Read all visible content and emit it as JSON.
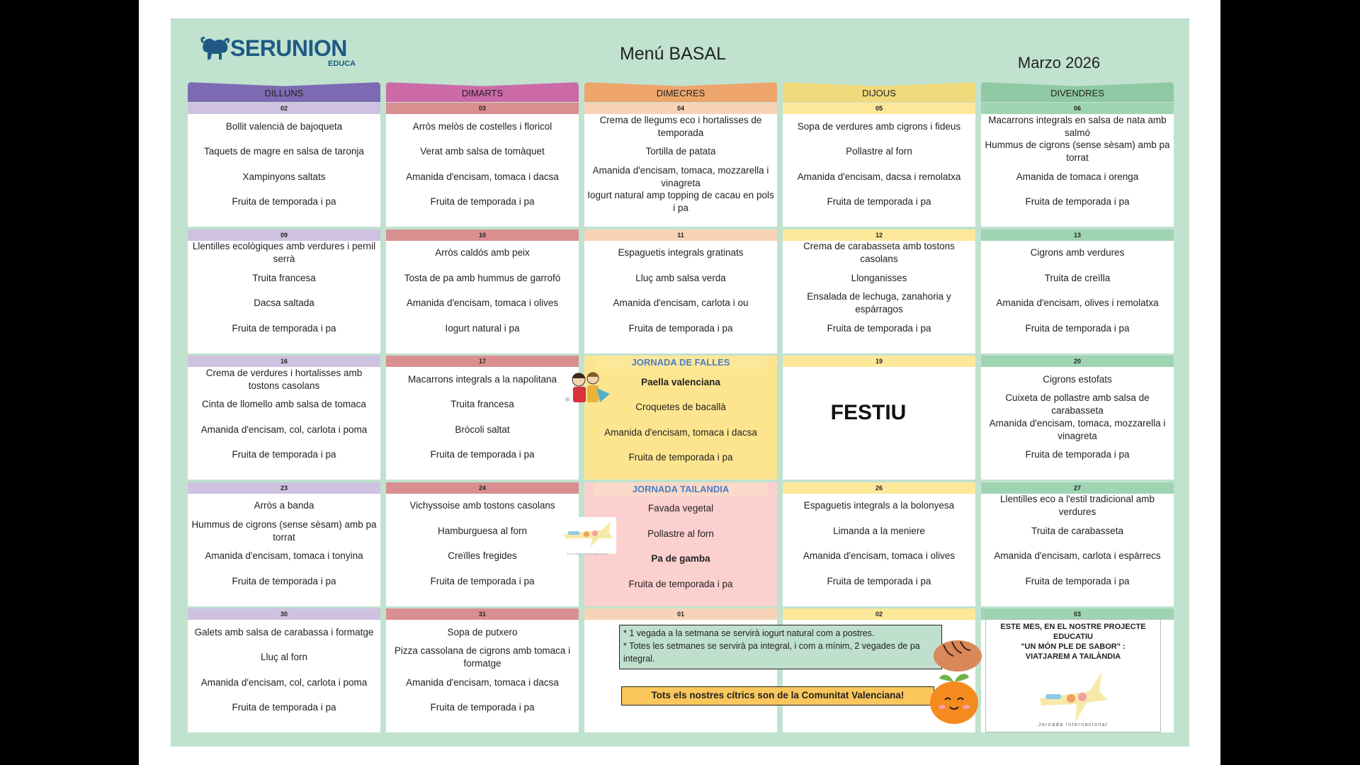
{
  "header": {
    "logo": "SERUNION",
    "logo_sub": "EDUCA",
    "title": "Menú BASAL",
    "month": "Marzo 2026"
  },
  "days": [
    "DILLUNS",
    "DIMARTS",
    "DIMECRES",
    "DIJOUS",
    "DIVENDRES"
  ],
  "colors": {
    "panel": "#c0e2cf",
    "tabs": [
      "#7c6ab2",
      "#cc6aa8",
      "#eea56c",
      "#efd97a",
      "#8fc9a3"
    ],
    "daybars": [
      "#cfc2e0",
      "#d98f90",
      "#f9d3b8",
      "#fde89a",
      "#9fd4b2"
    ],
    "falles": "#fde58f",
    "tailandia": "#fdd0d0",
    "brand": "#1f5a85"
  },
  "weeks": [
    [
      {
        "date": "02",
        "items": [
          "Bollit valencià de bajoqueta",
          "Taquets de magre en salsa de taronja",
          "Xampinyons saltats",
          "Fruita de temporada i pa"
        ]
      },
      {
        "date": "03",
        "items": [
          "Arròs melòs de costelles i floricol",
          "Verat amb salsa de tomàquet",
          "Amanida d'encisam, tomaca i dacsa",
          "Fruita de temporada i pa"
        ]
      },
      {
        "date": "04",
        "items": [
          "Crema de llegums eco i hortalisses de temporada",
          "Tortilla de patata",
          "Amanida d'encisam, tomaca, mozzarella i vinagreta",
          "Iogurt natural amp topping de cacau en pols i pa"
        ]
      },
      {
        "date": "05",
        "items": [
          "Sopa de verdures amb cigrons i fideus",
          "Pollastre al forn",
          "Amanida d'encisam, dacsa i remolatxa",
          "Fruita de temporada i pa"
        ]
      },
      {
        "date": "06",
        "items": [
          "Macarrons integrals en salsa de nata amb salmó",
          "Hummus de cigrons (sense sèsam) amb pa torrat",
          "Amanida de tomaca i orenga",
          "Fruita de temporada i pa"
        ]
      }
    ],
    [
      {
        "date": "09",
        "items": [
          "Llentilles ecològiques amb verdures i pernil serrà",
          "Truita francesa",
          "Dacsa saltada",
          "Fruita de temporada i pa"
        ]
      },
      {
        "date": "10",
        "items": [
          "Arròs caldós amb peix",
          "Tosta de pa amb hummus de garrofó",
          "Amanida d'encisam, tomaca i olives",
          "Iogurt natural i pa"
        ]
      },
      {
        "date": "11",
        "items": [
          "Espaguetis integrals gratinats",
          "Lluç amb salsa verda",
          "Amanida d'encisam, carlota i ou",
          "Fruita de temporada i pa"
        ]
      },
      {
        "date": "12",
        "items": [
          "Crema de carabasseta amb tostons casolans",
          "Llonganisses",
          "Ensalada de lechuga, zanahoria y espárragos",
          "Fruita de temporada i pa"
        ]
      },
      {
        "date": "13",
        "items": [
          "Cigrons amb verdures",
          "Truita de creïlla",
          "Amanida d'encisam, olives i remolatxa",
          "Fruita de temporada i pa"
        ]
      }
    ],
    [
      {
        "date": "16",
        "items": [
          "Crema de verdures i hortalisses amb tostons casolans",
          "Cinta de llomello amb salsa de tomaca",
          "Amanida d'encisam, col, carlota i poma",
          "Fruita de temporada i pa"
        ]
      },
      {
        "date": "17",
        "items": [
          "Macarrons integrals a la napolitana",
          "Truita francesa",
          "Bròcoli saltat",
          "Fruita de temporada i pa"
        ]
      },
      {
        "banner": "JORNADA DE FALLES",
        "theme": "falles",
        "bold": [
          0
        ],
        "items": [
          "Paella valenciana",
          "Croquetes de bacallà",
          "Amanida d'encisam, tomaca i dacsa",
          "Fruita de temporada i pa"
        ]
      },
      {
        "date": "19",
        "festiu": "FESTIU"
      },
      {
        "date": "20",
        "items": [
          "Cigrons estofats",
          "Cuixeta de pollastre amb salsa de carabasseta",
          "Amanida d'encisam, tomaca, mozzarella i vinagreta",
          "Fruita de temporada i pa"
        ]
      }
    ],
    [
      {
        "date": "23",
        "items": [
          "Arròs a banda",
          "Hummus de cigrons (sense sèsam) amb pa torrat",
          "Amanida d'encisam, tomaca i tonyina",
          "Fruita de temporada i pa"
        ]
      },
      {
        "date": "24",
        "items": [
          "Vichyssoise amb tostons casolans",
          "Hamburguesa al forn",
          "Creïlles fregides",
          "Fruita de temporada i pa"
        ]
      },
      {
        "banner": "JORNADA TAILANDIA",
        "theme": "tailandia",
        "bold": [
          2
        ],
        "items": [
          "Favada vegetal",
          "Pollastre al forn",
          "Pa de gamba",
          "Fruita de temporada i pa"
        ]
      },
      {
        "date": "26",
        "items": [
          "Espaguetis integrals a la bolonyesa",
          "Limanda a la meniere",
          "Amanida d'encisam, tomaca i olives",
          "Fruita de temporada i pa"
        ]
      },
      {
        "date": "27",
        "items": [
          "Llentilles eco a l'estil tradicional amb verdures",
          "Truita de carabasseta",
          "Amanida d'encisam, carlota i espàrrecs",
          "Fruita de temporada i pa"
        ]
      }
    ],
    [
      {
        "date": "30",
        "items": [
          "Galets amb salsa de carabassa i formatge",
          "Lluç al forn",
          "Amanida d'encisam, col, carlota i poma",
          "Fruita de temporada i pa"
        ]
      },
      {
        "date": "31",
        "items": [
          "Sopa de putxero",
          "Pizza cassolana de cigrons amb tomaca i formatge",
          "Amanida d'encisam, tomaca i dacsa",
          "Fruita de temporada i pa"
        ]
      },
      {
        "date": "01",
        "items": []
      },
      {
        "date": "02",
        "items": []
      },
      {
        "date": "03",
        "items": []
      }
    ]
  ],
  "notes": {
    "lines": [
      "* 1 vegada a la setmana se servirà iogurt natural com a postres.",
      "* Totes les setmanes se servirà pa integral, i com a mínim, 2 vegades de pa integral."
    ],
    "citrus": "Tots els nostres cítrics son de la Comunitat Valenciana!"
  },
  "project": {
    "lines": [
      "ESTE MES, EN EL NOSTRE PROJECTE EDUCATIU",
      "\"UN MÓN PLE DE SABOR\" :",
      "VIATJAREM A TAILÀNDIA"
    ],
    "caption": "Jornada internacional"
  },
  "sticker_caption": "Jornada internacional"
}
